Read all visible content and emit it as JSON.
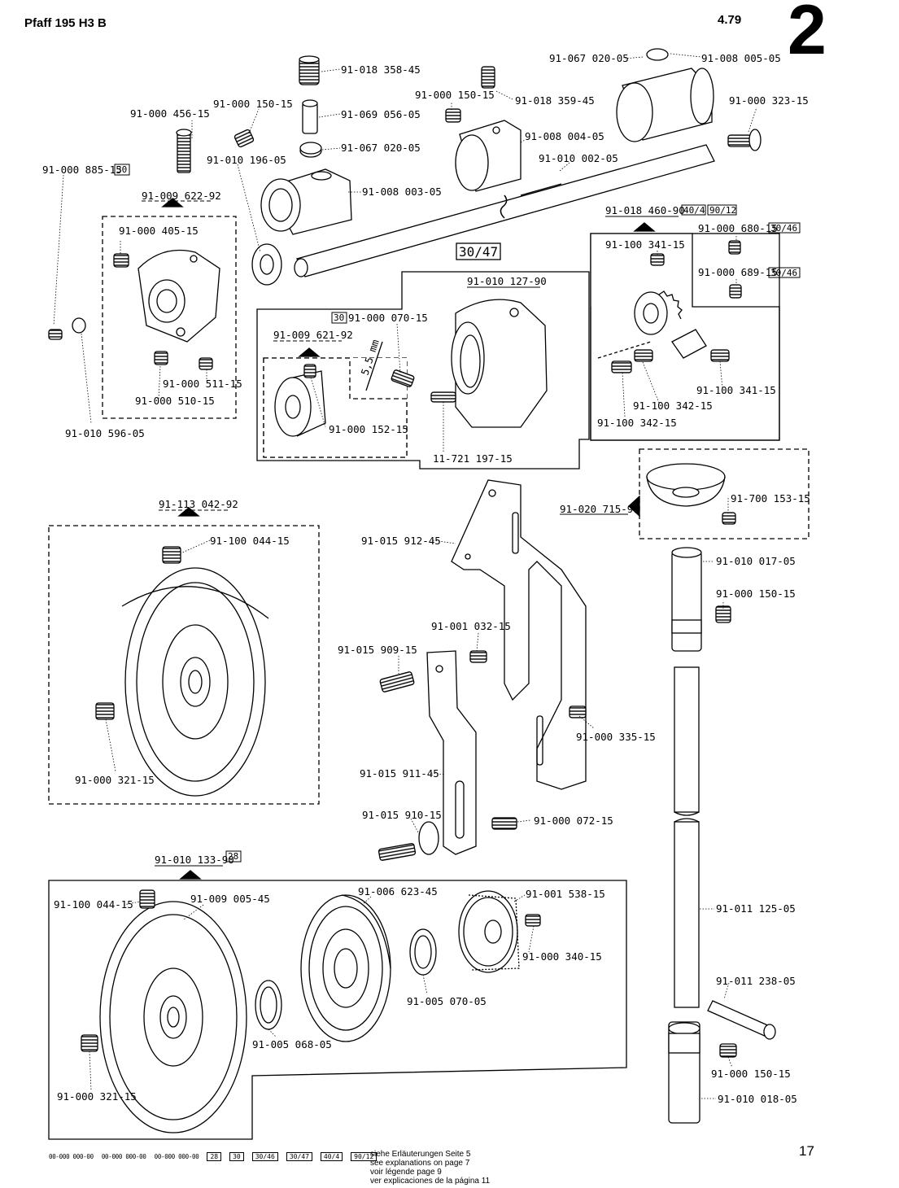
{
  "header": {
    "title": "Pfaff 195 H3 B",
    "date": "4.79",
    "section": "2"
  },
  "boxes": {
    "b30_47": "30/47"
  },
  "parts": {
    "p1": "91-018 358-45",
    "p2": "91-067 020-05",
    "p3": "91-008 005-05",
    "p4": "91-000 150-15",
    "p5": "91-018 359-45",
    "p6": "91-000 323-15",
    "p7": "91-000 150-15",
    "p8": "91-069 056-05",
    "p9": "91-000 456-15",
    "p10": "91-067 020-05",
    "p11": "91-008 004-05",
    "p12": "91-010 196-05",
    "p13": "91-010 002-05",
    "p14": "91-000 885-15",
    "p15": "91-008 003-05",
    "p16": "91-009 622-92",
    "p17": "91-018 460-90",
    "p18": "91-000 405-15",
    "p19": "91-000 680-15",
    "p20": "91-100 341-15",
    "p21": "91-000 689-15",
    "p22": "91-010 127-90",
    "p23": "91-000 070-15",
    "p24": "91-009 621-92",
    "p25": "91-000 511-15",
    "p26": "91-000 510-15",
    "p27": "91-000 152-15",
    "p28": "91-010 596-05",
    "p29": "11-721 197-15",
    "p30": "91-100 341-15",
    "p31": "91-100 342-15",
    "p32": "91-100 342-15",
    "p33": "91-113 042-92",
    "p34": "91-100 044-15",
    "p35": "91-015 912-45",
    "p36": "91-020 715-91",
    "p37": "91-700 153-15",
    "p38": "91-010 017-05",
    "p39": "91-000 150-15",
    "p40": "91-001 032-15",
    "p41": "91-015 909-15",
    "p42": "91-000 335-15",
    "p43": "91-000 321-15",
    "p44": "91-015 911-45",
    "p45": "91-015 910-15",
    "p46": "91-000 072-15",
    "p47": "91-010 133-90",
    "p48": "91-100 044-15",
    "p49": "91-009 005-45",
    "p50": "91-006 623-45",
    "p51": "91-001 538-15",
    "p52": "91-000 340-15",
    "p53": "91-011 125-05",
    "p54": "91-005 070-05",
    "p55": "91-011 238-05",
    "p56": "91-005 068-05",
    "p57": "91-000 150-15",
    "p58": "91-000 321-15",
    "p59": "91-010 018-05"
  },
  "tags": {
    "t30": "30",
    "t40_4": "40/4",
    "t90_12": "90/12",
    "t30_46": "30/46",
    "t28": "28"
  },
  "dimension": "5,5 mm",
  "footer": {
    "codes": [
      "00-000 000-00",
      "00-000 000-00",
      "00-000 000-00"
    ],
    "tags": [
      "28",
      "30",
      "30/46",
      "30/47",
      "40/4",
      "90/12"
    ],
    "explanations": [
      "siehe Erläuterungen Seite 5",
      "see explanations on page 7",
      "voir légende page 9",
      "ver explicaciones de la página 11"
    ],
    "page_number": "17"
  }
}
